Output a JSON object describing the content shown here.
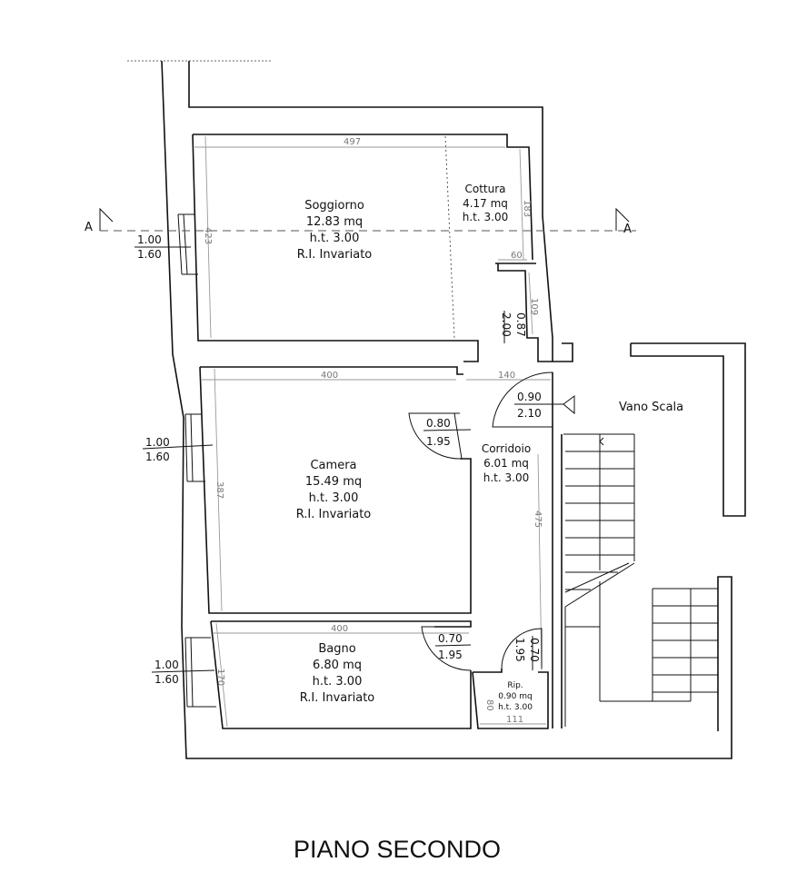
{
  "title": "PIANO SECONDO",
  "section_labels": {
    "left": "A",
    "right": "A"
  },
  "rooms": {
    "soggiorno": {
      "name": "Soggiorno",
      "area": "12.83 mq",
      "height": "h.t. 3.00",
      "note": "R.I. Invariato"
    },
    "cottura": {
      "name": "Cottura",
      "area": "4.17 mq",
      "height": "h.t. 3.00"
    },
    "camera": {
      "name": "Camera",
      "area": "15.49 mq",
      "height": "h.t. 3.00",
      "note": "R.I. Invariato"
    },
    "bagno": {
      "name": "Bagno",
      "area": "6.80 mq",
      "height": "h.t. 3.00",
      "note": "R.I. Invariato"
    },
    "corridoio": {
      "name": "Corridoio",
      "area": "6.01 mq",
      "height": "h.t. 3.00"
    },
    "ripostiglio": {
      "name": "Rip.",
      "area": "0.90 mq",
      "height": "h.t. 3.00"
    },
    "vano_scala": {
      "name": "Vano Scala"
    }
  },
  "windows": {
    "soggiorno": {
      "width": "1.00",
      "height": "1.60"
    },
    "camera": {
      "width": "1.00",
      "height": "1.60"
    },
    "bagno": {
      "width": "1.00",
      "height": "1.60"
    }
  },
  "doors": {
    "cottura_passage": {
      "width": "0.87",
      "height": "2.00"
    },
    "entrance": {
      "width": "0.90",
      "height": "2.10"
    },
    "camera": {
      "width": "0.80",
      "height": "1.95"
    },
    "bagno": {
      "width": "0.70",
      "height": "1.95"
    },
    "ripostiglio": {
      "width": "0.70",
      "height": "1.95"
    }
  },
  "dimensions": {
    "soggiorno_width": "497",
    "soggiorno_depth": "423",
    "cottura_depth": "183",
    "cottura_wall": "60",
    "cottura_lower": "109",
    "corridoio_width": "140",
    "corridoio_length": "475",
    "camera_width": "400",
    "camera_depth": "387",
    "bagno_width": "400",
    "bagno_depth": "170",
    "rip_width": "111",
    "rip_depth": "80"
  }
}
